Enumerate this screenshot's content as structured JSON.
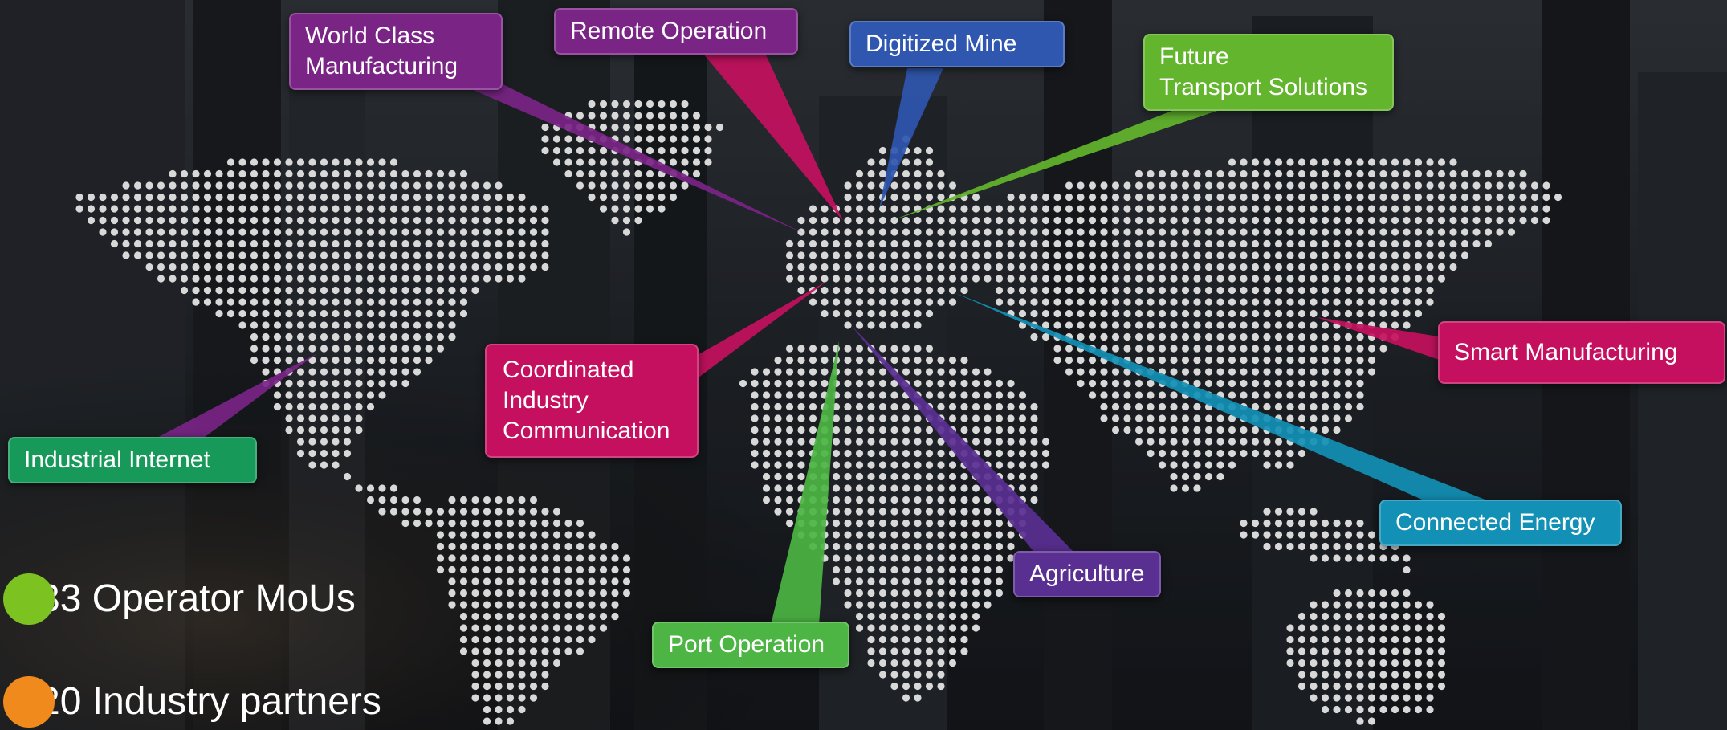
{
  "colors": {
    "magenta": "#c4105f",
    "purple": "#7a2486",
    "blue": "#2f57b0",
    "lime": "#63b52d",
    "green": "#17995a",
    "teal": "#1290b5",
    "violet": "#5a2f92",
    "grass": "#4cb543",
    "dot": "#d8d8d8",
    "stat_green": "#7cc322",
    "stat_orange": "#f08a1c"
  },
  "callouts": [
    {
      "key": "world-class-manufacturing",
      "label": "World Class\nManufacturing",
      "color": "purple"
    },
    {
      "key": "remote-operation",
      "label": "Remote Operation",
      "color": "purple"
    },
    {
      "key": "digitized-mine",
      "label": "Digitized Mine",
      "color": "blue"
    },
    {
      "key": "future-transport-solutions",
      "label": "Future\nTransport Solutions",
      "color": "lime"
    },
    {
      "key": "smart-manufacturing",
      "label": "Smart Manufacturing",
      "color": "magenta"
    },
    {
      "key": "coordinated-industry-communication",
      "label": "Coordinated\nIndustry\nCommunication",
      "color": "magenta"
    },
    {
      "key": "industrial-internet",
      "label": "Industrial Internet",
      "color": "green"
    },
    {
      "key": "connected-energy",
      "label": "Connected Energy",
      "color": "teal"
    },
    {
      "key": "agriculture",
      "label": "Agriculture",
      "color": "violet"
    },
    {
      "key": "port-operation",
      "label": "Port Operation",
      "color": "grass"
    }
  ],
  "stats": [
    {
      "label": "33 Operator MoUs",
      "color": "stat_green"
    },
    {
      "label": "20 Industry partners",
      "color": "stat_orange"
    }
  ]
}
